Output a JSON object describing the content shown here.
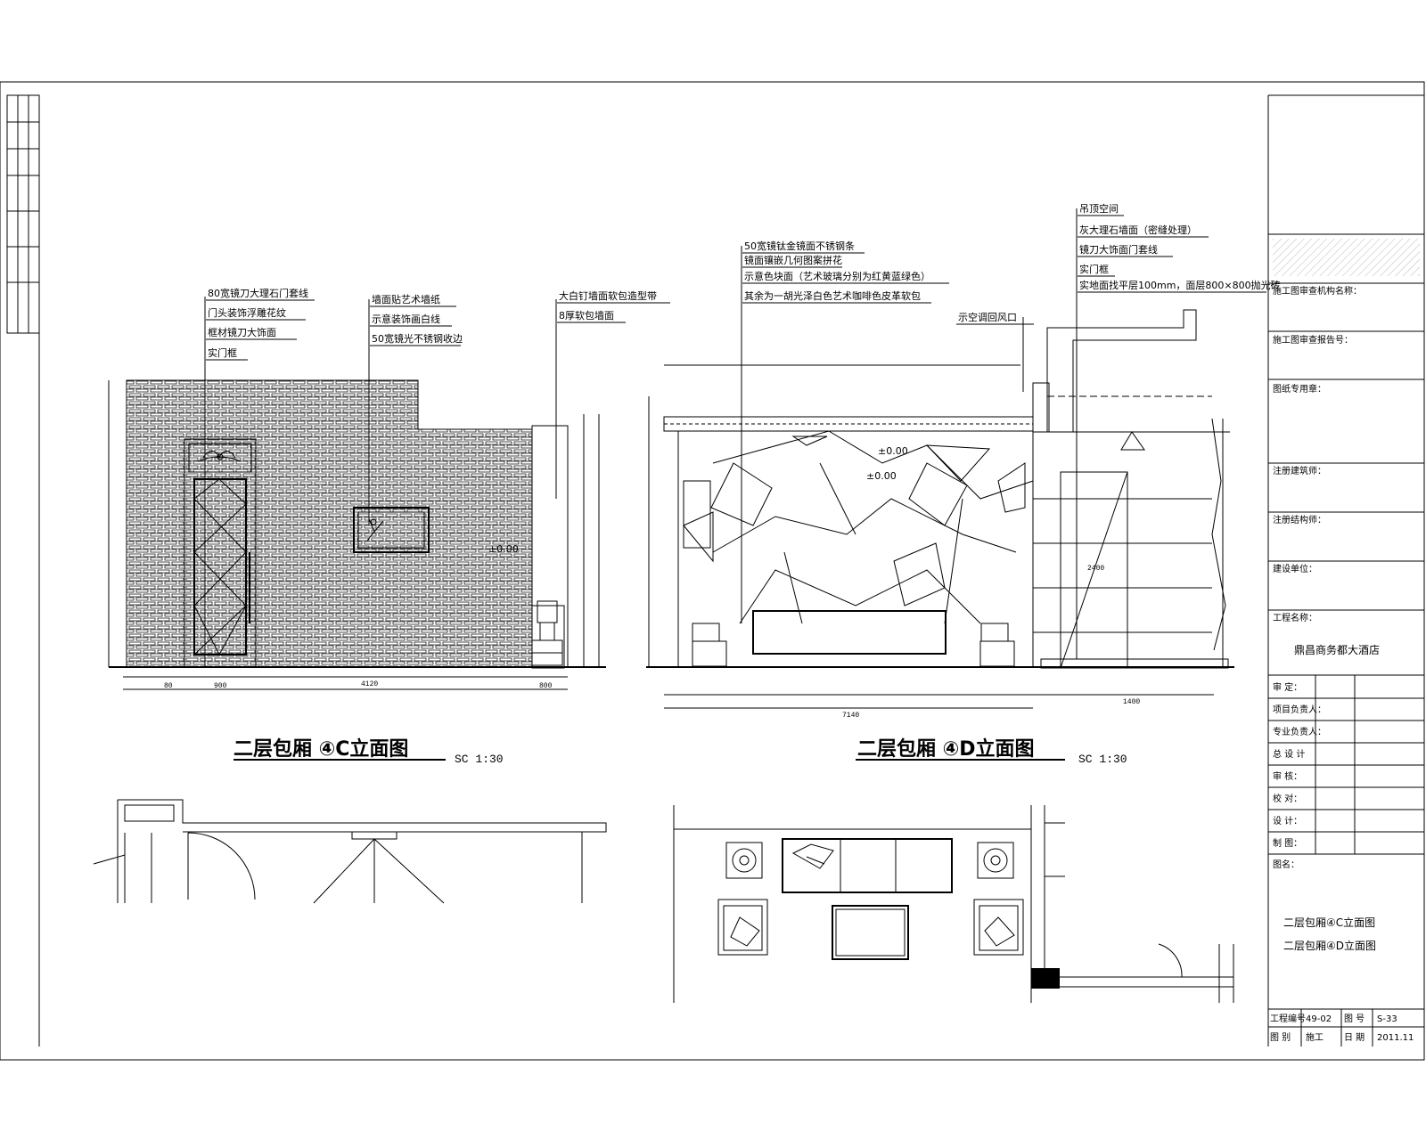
{
  "elevation_c": {
    "title": "二层包厢 ④C立面图",
    "scale": "SC 1:30",
    "notes": [
      "80宽镜刀大理石门套线",
      "门头装饰浮雕花纹",
      "框材镜刀大饰面",
      "实门框",
      "墙面贴艺术墙纸",
      "示意装饰画白线",
      "50宽镜光不锈钢收边",
      "大白钉墙面软包造型带",
      "8厚软包墙面"
    ],
    "level": "±0.00",
    "bottom_dim": "4120"
  },
  "elevation_d": {
    "title": "二层包厢 ④D立面图",
    "scale": "SC 1:30",
    "notes": [
      "50宽镜钛金镜面不锈钢条",
      "镜面镶嵌几何图案拼花",
      "示意色块面（艺术玻璃分别为红黄蓝绿色）",
      "其余为一胡光泽白色艺术咖啡色皮革软包",
      "示空调回风口",
      "吊顶空间",
      "灰大理石墙面（密缝处理）",
      "镜刀大饰面门套线",
      "实门框",
      "实地面找平层100mm，面层800×800抛光砖"
    ],
    "level": "±0.00",
    "bottom_dim": "7140"
  },
  "title_block": {
    "fields": [
      "施工图审查机构名称：",
      "施工图审查报告号：",
      "图纸专用章：",
      "注册建筑师：",
      "注册结构师：",
      "建设单位：",
      "工程名称："
    ],
    "project_name": "鼎昌商务都大酒店",
    "sign_rows": [
      "审 定：",
      "项目负责人：",
      "专业负责人：",
      "总 设 计",
      "审 核：",
      "校 对：",
      "设 计：",
      "制 图："
    ],
    "drawing_label": "图名：",
    "drawing_names": [
      "二层包厢④C立面图",
      "二层包厢④D立面图"
    ],
    "footer": {
      "project_no_label": "工程编号",
      "project_no": "49-02",
      "sheet_label": "图 号",
      "sheet": "S-33",
      "stage_label": "图 别",
      "stage": "施工",
      "date_label": "日 期",
      "date": "2011.11"
    }
  }
}
